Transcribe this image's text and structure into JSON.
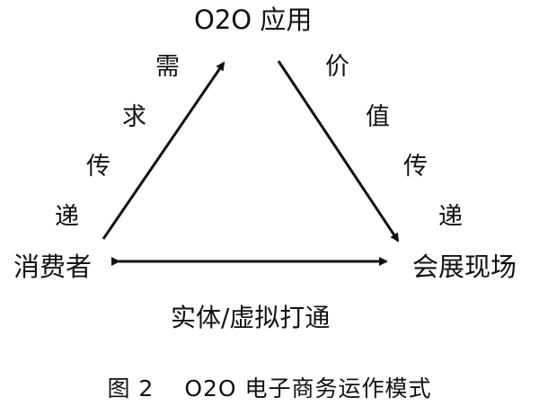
{
  "nodes": {
    "top": "O2O 应用",
    "left": "消费者",
    "right": "会展现场"
  },
  "edges": {
    "left_edge": [
      "需",
      "求",
      "传",
      "递"
    ],
    "right_edge": [
      "价",
      "值",
      "传",
      "递"
    ],
    "bottom_edge": "实体/虚拟打通"
  },
  "caption": {
    "number": "图 2",
    "title": "O2O 电子商务运作模式"
  }
}
